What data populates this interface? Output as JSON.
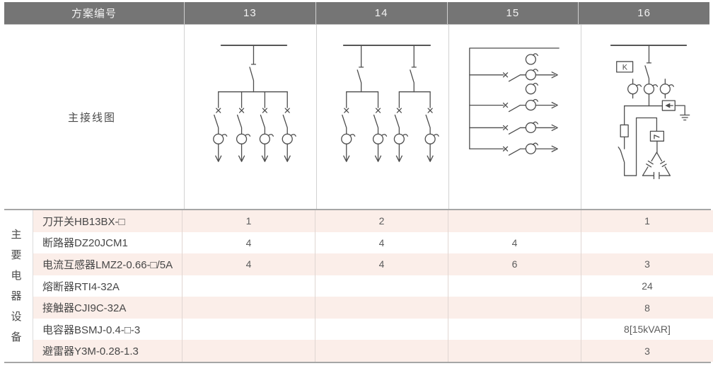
{
  "header": {
    "scheme_label": "方案编号",
    "schemes": [
      "13",
      "14",
      "15",
      "16"
    ]
  },
  "diagram_section": {
    "row_label": "主接线图",
    "k_box_label": "K"
  },
  "equipment_section": {
    "group_label": "主要电器设备",
    "rows": [
      {
        "name": "刀开关HB13BX-□",
        "values": [
          "1",
          "2",
          "",
          "1"
        ]
      },
      {
        "name": "断路器DZ20JCM1",
        "values": [
          "4",
          "4",
          "4",
          ""
        ]
      },
      {
        "name": "电流互感器LMZ2-0.66-□/5A",
        "values": [
          "4",
          "4",
          "6",
          "3"
        ]
      },
      {
        "name": "熔断器RTI4-32A",
        "values": [
          "",
          "",
          "",
          "24"
        ]
      },
      {
        "name": "接触器CJI9C-32A",
        "values": [
          "",
          "",
          "",
          "8"
        ]
      },
      {
        "name": "电容器BSMJ-0.4-□-3",
        "values": [
          "",
          "",
          "",
          "8[15kVAR]"
        ]
      },
      {
        "name": "避雷器Y3M-0.28-1.3",
        "values": [
          "",
          "",
          "",
          "3"
        ]
      }
    ]
  },
  "colors": {
    "header_bg": "#757575",
    "header_text": "#f2f2f2",
    "row_pink": "#fbeee9",
    "row_white": "#ffffff",
    "divider_light": "#d2d2d2",
    "divider_dark": "#a6a6a6",
    "text": "#474747",
    "diagram_stroke": "#4d4d4d"
  }
}
